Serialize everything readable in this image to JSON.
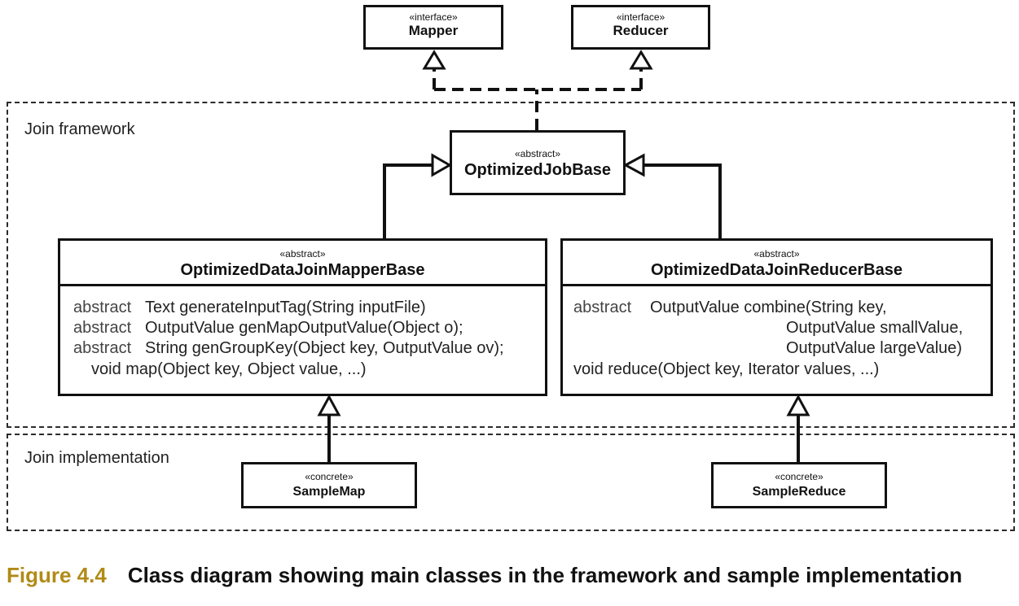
{
  "regions": {
    "framework_label": "Join framework",
    "implementation_label": "Join implementation"
  },
  "classes": {
    "mapper": {
      "stereotype": "«interface»",
      "name": "Mapper"
    },
    "reducer": {
      "stereotype": "«interface»",
      "name": "Reducer"
    },
    "job_base": {
      "stereotype": "«abstract»",
      "name": "OptimizedJobBase"
    },
    "mapper_base": {
      "stereotype": "«abstract»",
      "name": "OptimizedDataJoinMapperBase",
      "ops": [
        {
          "modifier": "abstract",
          "sig": "Text generateInputTag(String inputFile)"
        },
        {
          "modifier": "abstract",
          "sig": "OutputValue genMapOutputValue(Object o);"
        },
        {
          "modifier": "abstract",
          "sig": "String genGroupKey(Object key, OutputValue ov);"
        },
        {
          "modifier": "",
          "sig": "void map(Object key, Object value, ...)"
        }
      ]
    },
    "reducer_base": {
      "stereotype": "«abstract»",
      "name": "OptimizedDataJoinReducerBase",
      "ops": [
        {
          "modifier": "abstract",
          "sig": "OutputValue combine(String key,"
        },
        {
          "modifier": "",
          "sig": "OutputValue smallValue,"
        },
        {
          "modifier": "",
          "sig": "OutputValue largeValue)"
        },
        {
          "modifier": "",
          "sig": "void reduce(Object key, Iterator values, ...)"
        }
      ]
    },
    "sample_map": {
      "stereotype": "«concrete»",
      "name": "SampleMap"
    },
    "sample_reduce": {
      "stereotype": "«concrete»",
      "name": "SampleReduce"
    }
  },
  "caption": {
    "number": "Figure 4.4",
    "text": "Class diagram showing main classes in the framework and sample implementation"
  }
}
